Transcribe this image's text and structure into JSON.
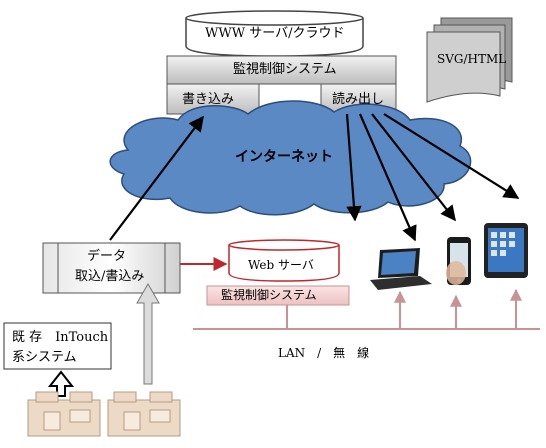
{
  "cloud_server": {
    "label": "WWW サーバ/クラウド"
  },
  "cloud_system": {
    "label": "監視制御システム",
    "write_label": "書き込み",
    "read_label": "読み出し"
  },
  "document": {
    "label": "SVG/HTML"
  },
  "internet": {
    "label": "インターネット"
  },
  "data_box": {
    "line1": "データ",
    "line2": "取込/書込み"
  },
  "web_server": {
    "label": "Web サーバ"
  },
  "local_system": {
    "label": "監視制御システム"
  },
  "lan": {
    "label": "LAN　/　無　線"
  },
  "existing": {
    "line1": "既 存　InTouch",
    "line2": "系システム"
  },
  "colors": {
    "cloud_fill": "#5b89c4",
    "red_arrow": "#c0272d",
    "lan_line": "#c79393",
    "box_gray": "#d9d9d9"
  }
}
